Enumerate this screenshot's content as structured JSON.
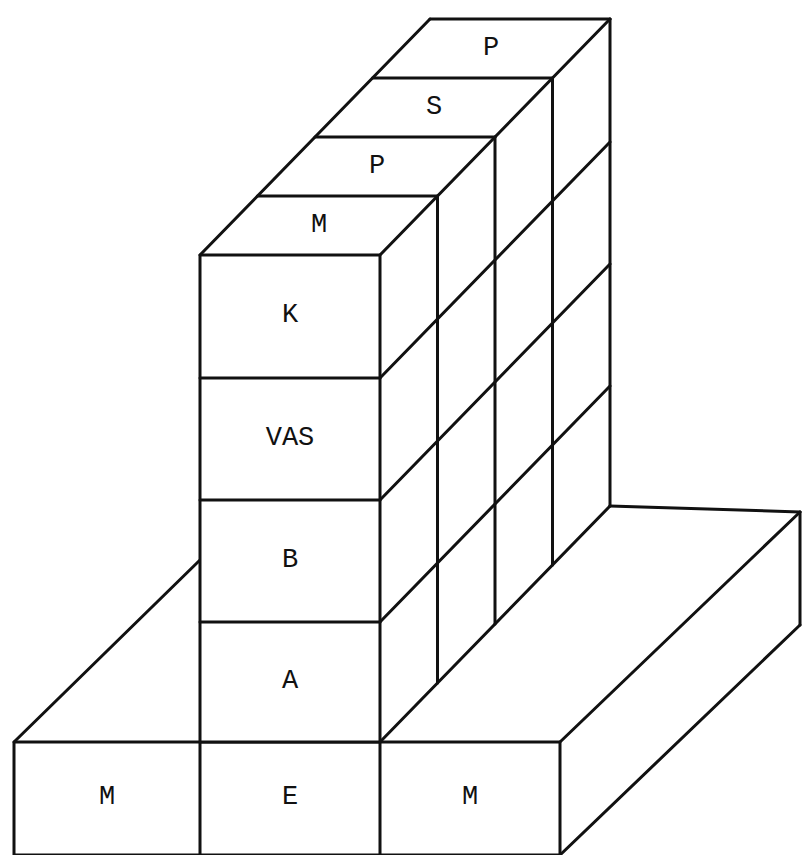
{
  "diagram": {
    "nodes": [
      {
        "text": [
          "P"
        ]
      },
      {
        "text": [
          "S"
        ]
      },
      {
        "text": [
          "P"
        ]
      },
      {
        "text": [
          "M"
        ]
      },
      {
        "text": [
          "K"
        ]
      },
      {
        "text": [
          "VAS"
        ]
      },
      {
        "text": [
          "B"
        ]
      },
      {
        "text": [
          "A"
        ]
      },
      {
        "text": [
          "M"
        ]
      },
      {
        "text": [
          "E"
        ]
      },
      {
        "text": [
          "M"
        ]
      }
    ]
  }
}
